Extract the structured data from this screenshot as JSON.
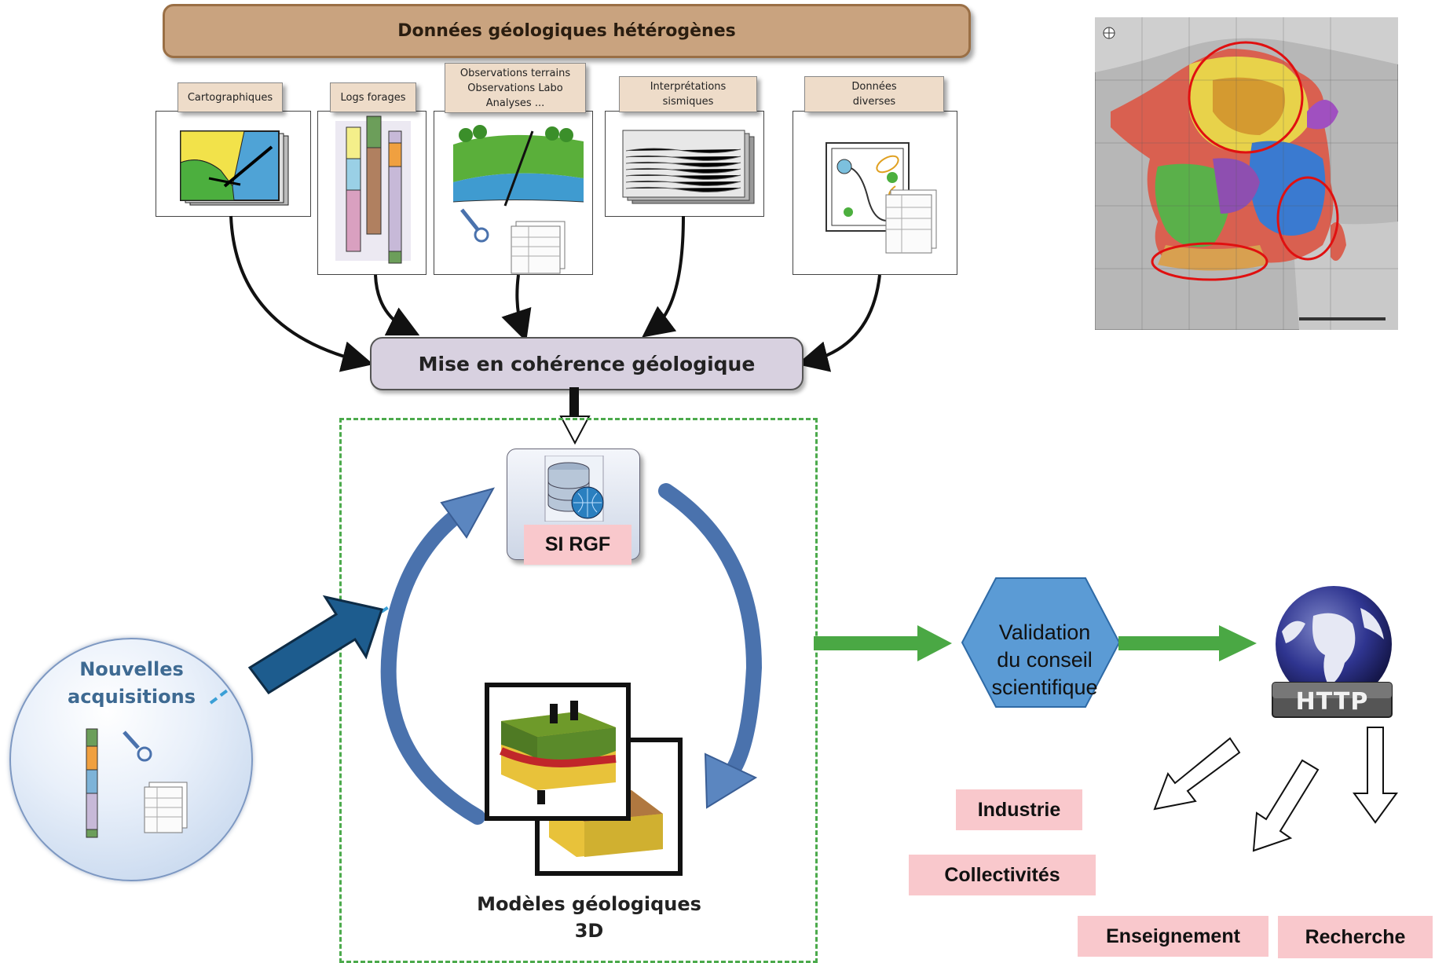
{
  "title": "Données géologiques hétérogènes",
  "sources": [
    {
      "id": "carto",
      "label": "Cartographiques"
    },
    {
      "id": "logs",
      "label": "Logs forages"
    },
    {
      "id": "obs",
      "lines": [
        "Observations terrains",
        "Observations Labo",
        "Analyses ..."
      ]
    },
    {
      "id": "sismique",
      "lines": [
        "Interprétations",
        "sismiques"
      ]
    },
    {
      "id": "diverses",
      "lines": [
        "Données",
        "diverses"
      ]
    }
  ],
  "coherence": "Mise en cohérence géologique",
  "database": "SI RGF",
  "models": [
    "Modèles géologiques",
    "3D"
  ],
  "acquisitions": [
    "Nouvelles",
    "acquisitions"
  ],
  "validation": [
    "Validation",
    "du conseil",
    "scientifique"
  ],
  "http": "HTTP",
  "audiences": [
    "Industrie",
    "Collectivités",
    "Enseignement",
    "Recherche"
  ],
  "colors": {
    "title_fill": "#c9a37f",
    "coherence_fill": "#d8d1e0",
    "cycle_arrow": "#4a72ad",
    "flow_arrow": "#4aa844",
    "hexagon": "#5b9bd5",
    "audience_fill": "#f9c8cc",
    "dashed_frame": "#4caa4c",
    "annotation_circle": "#e01010"
  }
}
